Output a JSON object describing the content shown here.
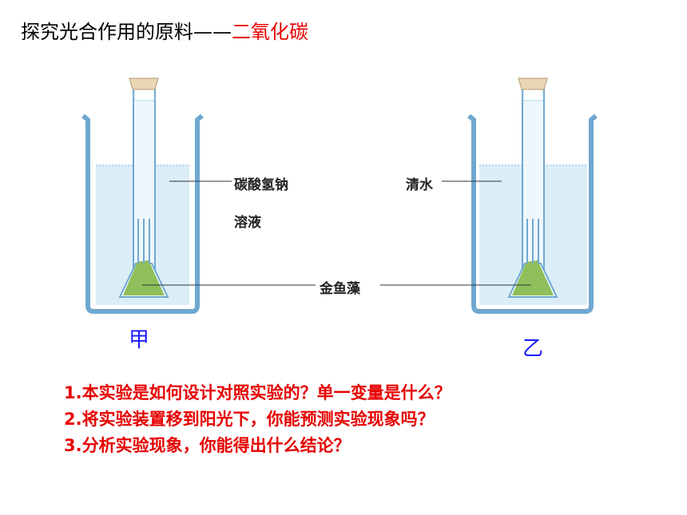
{
  "title": {
    "main": "探究光合作用的原料——",
    "highlight": "二氧化碳"
  },
  "labels": {
    "left_solution_line1": "碳酸氢钠",
    "left_solution_line2": "溶液",
    "right_solution": "清水",
    "plant": "金鱼藻"
  },
  "captions": {
    "left": "甲",
    "right": "乙"
  },
  "questions": [
    "1.本实验是如何设计对照实验的？单一变量是什么？",
    "2.将实验装置移到阳光下，你能预测实验现象吗？",
    "3.分析实验现象，你能得出什么结论？"
  ],
  "colors": {
    "highlight": "#e60000",
    "caption": "#1a1aff",
    "question": "#e60000",
    "water": "#dbeef8",
    "plant": "#8fbf5a",
    "glass": "#6fa8d0"
  }
}
